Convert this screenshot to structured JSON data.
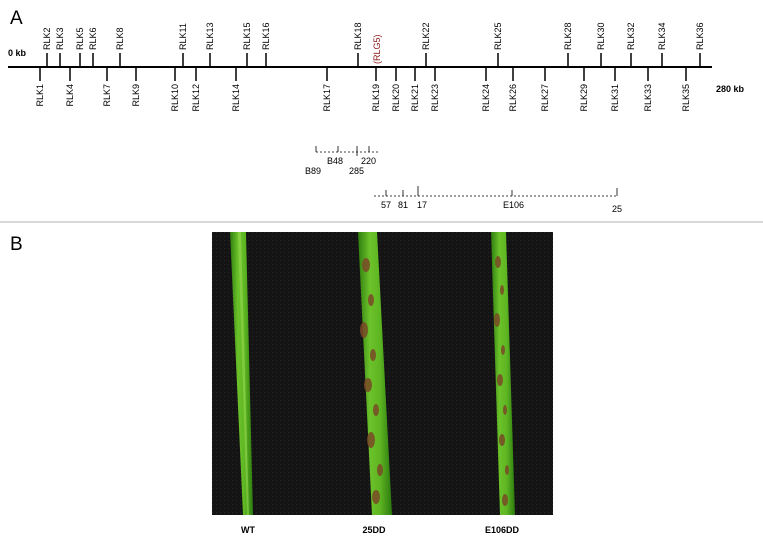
{
  "panel_a": {
    "letter": "A",
    "start_label": "0 kb",
    "end_label": "280 kb",
    "genes_top": [
      "RLK2",
      "RLK3",
      "RLK5",
      "RLK6",
      "RLK8",
      "RLK11",
      "RLK13",
      "RLK15",
      "RLK16",
      "RLK18",
      "RLK22",
      "RLK25",
      "RLK28",
      "RLK30",
      "RLK32",
      "RLK34",
      "RLK36"
    ],
    "genes_bottom": [
      "RLK1",
      "RLK4",
      "RLK7",
      "RLK9",
      "RLK10",
      "RLK12",
      "RLK14",
      "RLK17",
      "RLK19",
      "RLK20",
      "RLK21",
      "RLK23",
      "RLK24",
      "RLK26",
      "RLK27",
      "RLK29",
      "RLK31",
      "RLK33",
      "RLK35"
    ],
    "highlight_label": "(RLG5)",
    "highlight_color": "#8b1a1a",
    "clones_b": [
      "B89",
      "B48",
      "285",
      "220"
    ],
    "clones_e": [
      "57",
      "81",
      "17",
      "E106",
      "25"
    ]
  },
  "panel_b": {
    "letter": "B",
    "labels": [
      "WT",
      "25DD",
      "E106DD"
    ],
    "leaf_color": "#4fae1c",
    "background_color": "#151515",
    "lesion_color": "#7a4a26"
  }
}
